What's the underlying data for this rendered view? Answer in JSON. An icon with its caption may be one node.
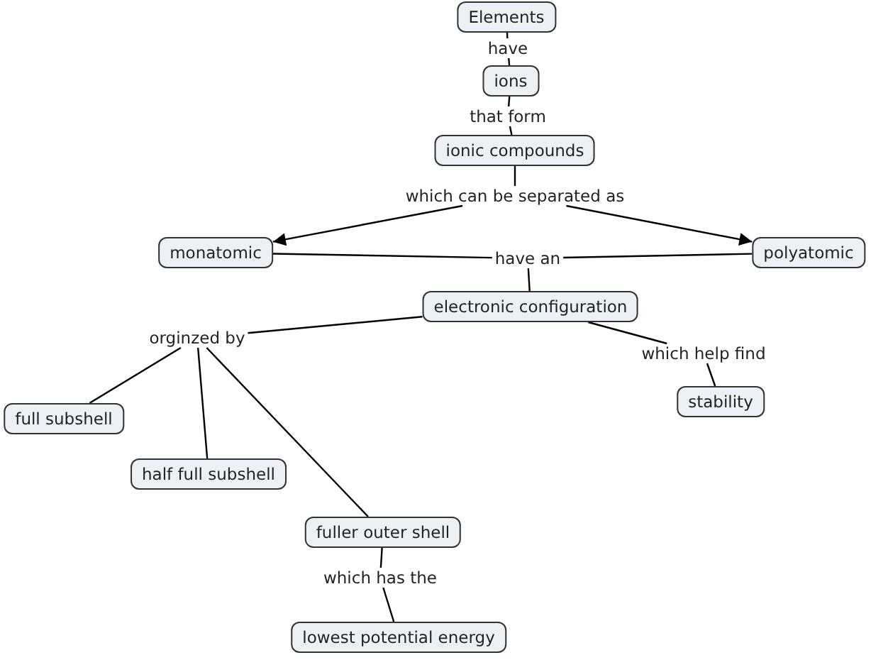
{
  "diagram": {
    "nodes": [
      {
        "text": [
          "Elements"
        ]
      },
      {
        "text": [
          "have"
        ]
      },
      {
        "text": [
          "ions"
        ]
      },
      {
        "text": [
          "that form"
        ]
      },
      {
        "text": [
          "ionic compounds"
        ]
      },
      {
        "text": [
          "which can be separated as"
        ]
      },
      {
        "text": [
          "monatomic"
        ]
      },
      {
        "text": [
          "polyatomic"
        ]
      },
      {
        "text": [
          "have an"
        ]
      },
      {
        "text": [
          "electronic configuration"
        ]
      },
      {
        "text": [
          "orginzed by"
        ]
      },
      {
        "text": [
          "which help find"
        ]
      },
      {
        "text": [
          "stability"
        ]
      },
      {
        "text": [
          "full subshell"
        ]
      },
      {
        "text": [
          "half full subshell"
        ]
      },
      {
        "text": [
          "fuller outer shell"
        ]
      },
      {
        "text": [
          "which has the"
        ]
      },
      {
        "text": [
          "lowest potential energy"
        ]
      }
    ],
    "edges": [
      {
        "from": 0,
        "to": 1,
        "arrow": "none"
      },
      {
        "from": 1,
        "to": 2,
        "arrow": "none"
      },
      {
        "from": 2,
        "to": 3,
        "arrow": "none"
      },
      {
        "from": 3,
        "to": 4,
        "arrow": "none"
      },
      {
        "from": 4,
        "to": 5,
        "arrow": "none"
      },
      {
        "from": 5,
        "to": 6,
        "arrow": "to"
      },
      {
        "from": 5,
        "to": 7,
        "arrow": "to"
      },
      {
        "from": 6,
        "to": 8,
        "arrow": "none"
      },
      {
        "from": 7,
        "to": 8,
        "arrow": "none"
      },
      {
        "from": 8,
        "to": 9,
        "arrow": "none"
      },
      {
        "from": 9,
        "to": 10,
        "arrow": "none"
      },
      {
        "from": 10,
        "to": 13,
        "arrow": "none"
      },
      {
        "from": 10,
        "to": 14,
        "arrow": "none"
      },
      {
        "from": 10,
        "to": 15,
        "arrow": "none"
      },
      {
        "from": 9,
        "to": 11,
        "arrow": "none"
      },
      {
        "from": 11,
        "to": 12,
        "arrow": "none"
      },
      {
        "from": 15,
        "to": 16,
        "arrow": "none"
      },
      {
        "from": 16,
        "to": 17,
        "arrow": "none"
      }
    ]
  }
}
